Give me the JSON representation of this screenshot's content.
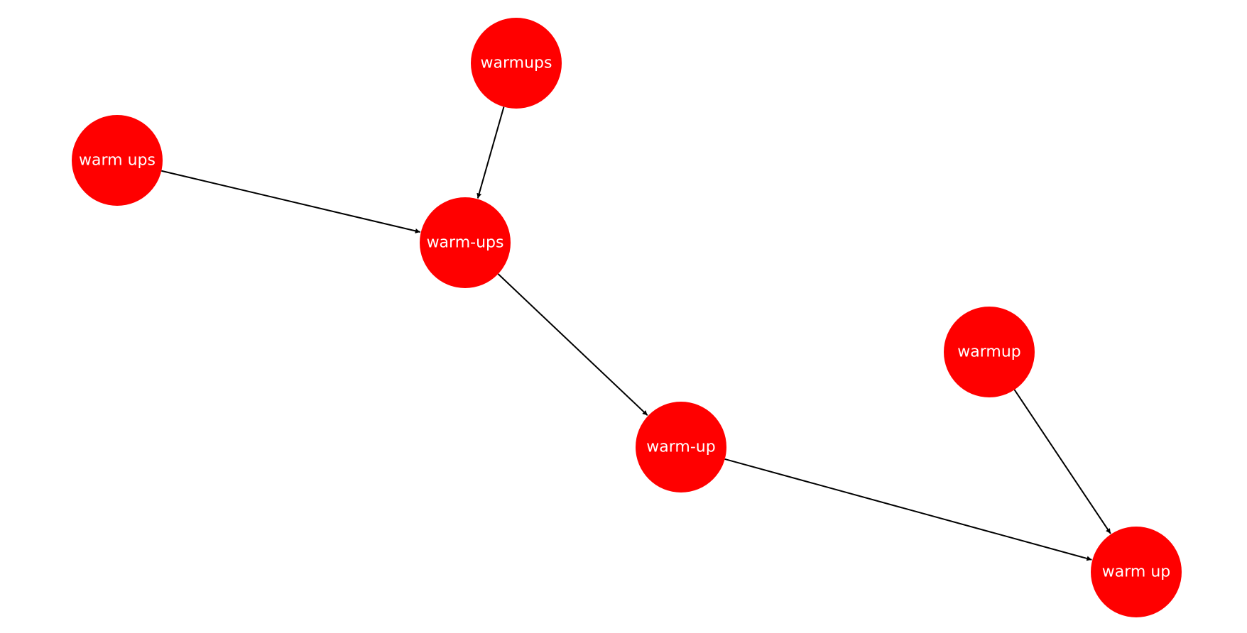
{
  "graph": {
    "node_color": "#ff0000",
    "label_color": "#ffffff",
    "edge_color": "#000000",
    "nodes": [
      {
        "id": "warmups",
        "label": "warmups"
      },
      {
        "id": "warm ups",
        "label": "warm ups"
      },
      {
        "id": "warm-ups",
        "label": "warm-ups"
      },
      {
        "id": "warmup",
        "label": "warmup"
      },
      {
        "id": "warm-up",
        "label": "warm-up"
      },
      {
        "id": "warm up",
        "label": "warm up"
      }
    ],
    "edges": [
      {
        "from": "warmups",
        "to": "warm-ups"
      },
      {
        "from": "warm ups",
        "to": "warm-ups"
      },
      {
        "from": "warm-ups",
        "to": "warm-up"
      },
      {
        "from": "warm-up",
        "to": "warm up"
      },
      {
        "from": "warmup",
        "to": "warm up"
      }
    ]
  }
}
